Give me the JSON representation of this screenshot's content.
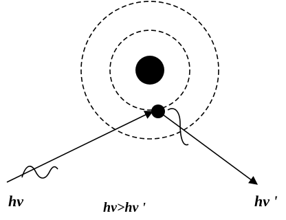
{
  "labels": {
    "incident_photon": "hν",
    "relation": "hν>hν '",
    "scattered_photon": "hν '"
  },
  "colors": {
    "ink": "#000000",
    "background": "#ffffff"
  }
}
